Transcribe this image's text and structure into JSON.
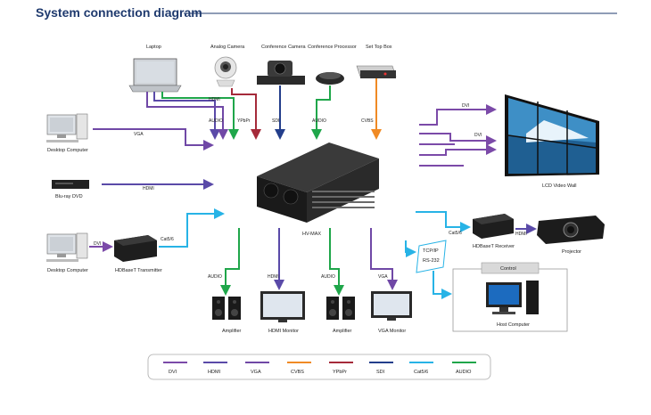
{
  "title": "System connection diagram",
  "colors": {
    "dvi": "#7b4aa8",
    "hdmi": "#5a4aa8",
    "vga": "#7048a6",
    "cvbs": "#f08a24",
    "ypbpr": "#a52a3a",
    "sdi": "#233e8b",
    "cat": "#27b3e6",
    "audio": "#1fa64a",
    "title": "#1f3a6e"
  },
  "devices": {
    "laptop": "Laptop",
    "analog_camera": "Analog Camera",
    "conference_camera": "Conference Camera",
    "conference_processor": "Conference Processor",
    "set_top_box": "Set Top Box",
    "desktop_top": "Desktop Computer",
    "bluray": "Blu-ray DVD",
    "desktop_bottom": "Desktop Computer",
    "hdbaset_tx": "HDBaseT Transmitter",
    "hv_max": "HV-MAX",
    "lcd_wall": "LCD Video Wall",
    "hdbaset_rx": "HDBaseT Receiver",
    "projector": "Projector",
    "amplifier_1": "Amplifier",
    "hdmi_monitor": "HDMI Monitor",
    "amplifier_2": "Amplifier",
    "vga_monitor": "VGA Monitor",
    "host_computer": "Host Computer",
    "tcpip": "TCP/IP",
    "rs232": "RS-232",
    "control": "Control"
  },
  "line_labels": {
    "hdmi_laptop": "HDMI",
    "audio_top": "AUDIO",
    "ypbpr": "YPbPr",
    "sdi": "SDI",
    "audio_proc": "AUDIO",
    "cvbs": "CVBS",
    "vga_desktop": "VGA",
    "hdmi_bluray": "HDMI",
    "dvi_desktop": "DVI",
    "cat_tx": "Cat5/6",
    "dvi_wall_1": "DVI",
    "dvi_wall_2": "DVI",
    "cat_rx": "Cat5/6",
    "hdmi_projector": "HDMI",
    "audio_amp1": "AUDIO",
    "hdmi_mon": "HDMI",
    "audio_amp2": "AUDIO",
    "vga_mon": "VGA"
  },
  "legend": [
    "DVI",
    "HDMI",
    "VGA",
    "CVBS",
    "YPbPr",
    "SDI",
    "Cat5/6",
    "AUDIO"
  ]
}
